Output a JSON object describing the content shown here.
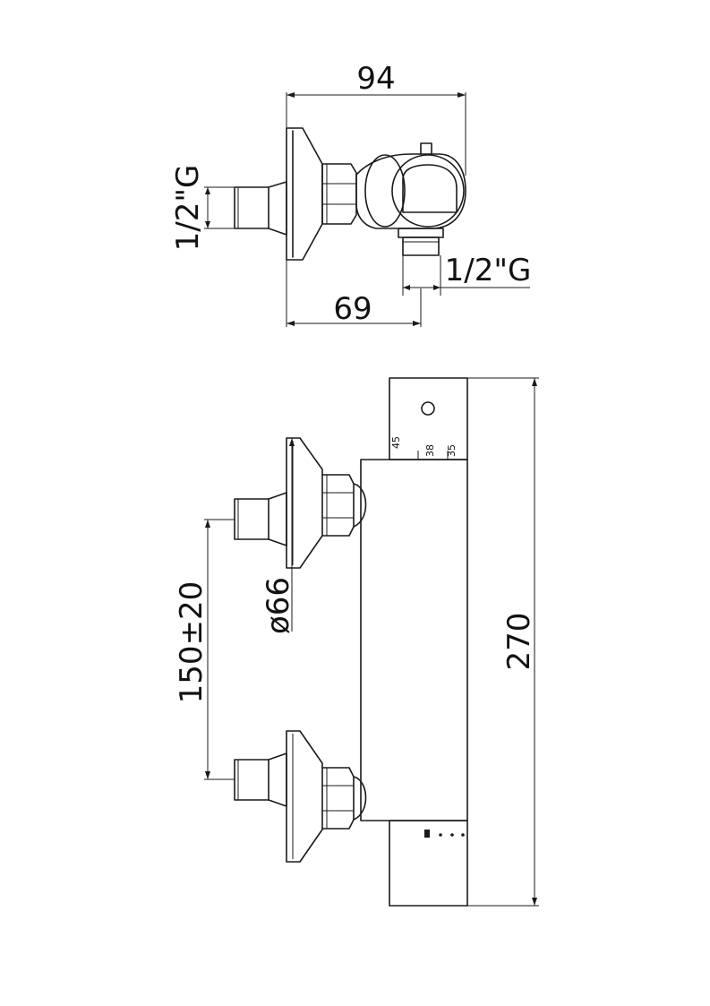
{
  "top_view": {
    "width_dim": "94",
    "inlet_thread": "1/2\"G",
    "outlet_thread": "1/2\"G",
    "depth_dim": "69"
  },
  "front_view": {
    "diameter_dim": "ø66",
    "centres_dim": "150±20",
    "height_dim": "270",
    "temp_scale": [
      "45",
      "38",
      "35"
    ]
  },
  "colors": {
    "line": "#1a1a1a",
    "background": "#ffffff"
  }
}
